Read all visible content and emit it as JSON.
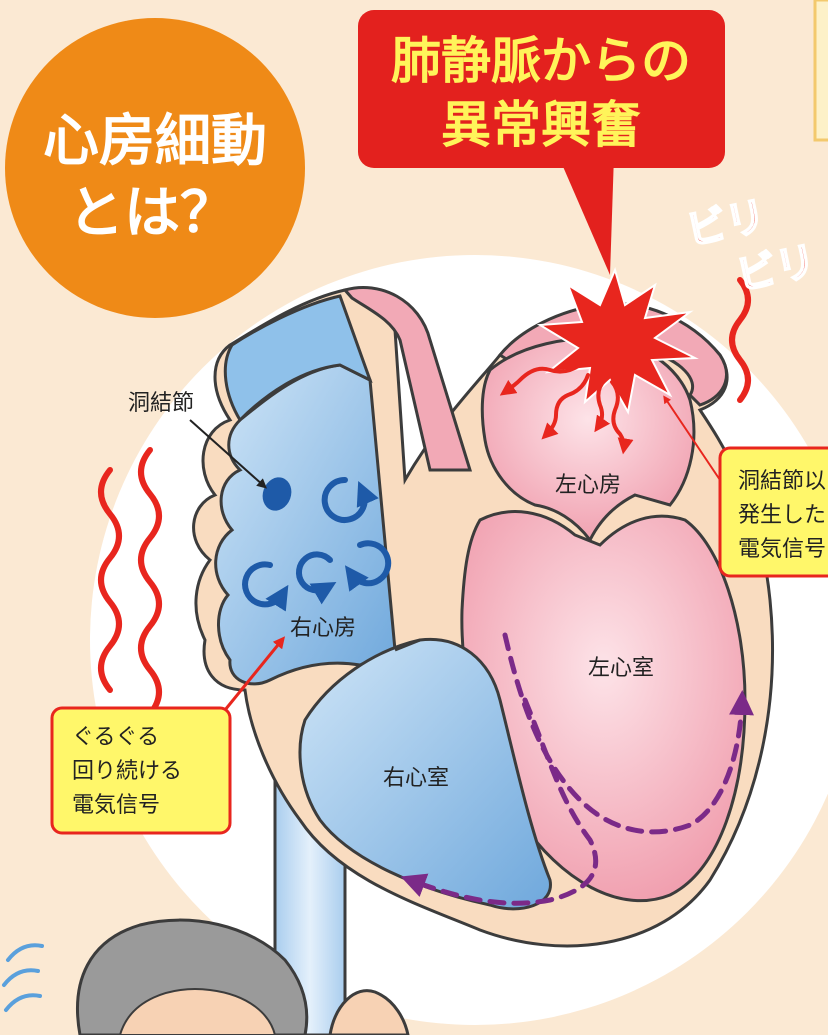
{
  "title": {
    "line1": "心房細動",
    "line2": "とは？",
    "circle_color": "#ef8a17"
  },
  "cause_banner": {
    "line1": "肺静脈からの",
    "line2": "異常興奮",
    "bg_color": "#e3211e",
    "text_color": "#fff45a"
  },
  "sound_effect": {
    "word1": "ビリ",
    "word2": "ビリ",
    "color": "#e8261e"
  },
  "labels": {
    "sinus_node": "洞結節",
    "right_atrium": "右心房",
    "left_atrium": "左心房",
    "left_ventricle": "左心室",
    "right_ventricle": "右心室"
  },
  "callouts": {
    "circling_signal": [
      "ぐるぐる",
      "回り続ける",
      "電気信号"
    ],
    "sinus_signal": [
      "洞結節以",
      "発生した",
      "電気信号"
    ]
  },
  "colors": {
    "right_heart": "#8fc1ea",
    "left_heart": "#f2a9b6",
    "wall": "#f9dcc0",
    "outline": "#3c3c3c",
    "signal_arrow": "#e8261e",
    "conduction_path": "#7b2a88",
    "callout_bg": "#fff76a",
    "callout_border": "#e8261e"
  }
}
